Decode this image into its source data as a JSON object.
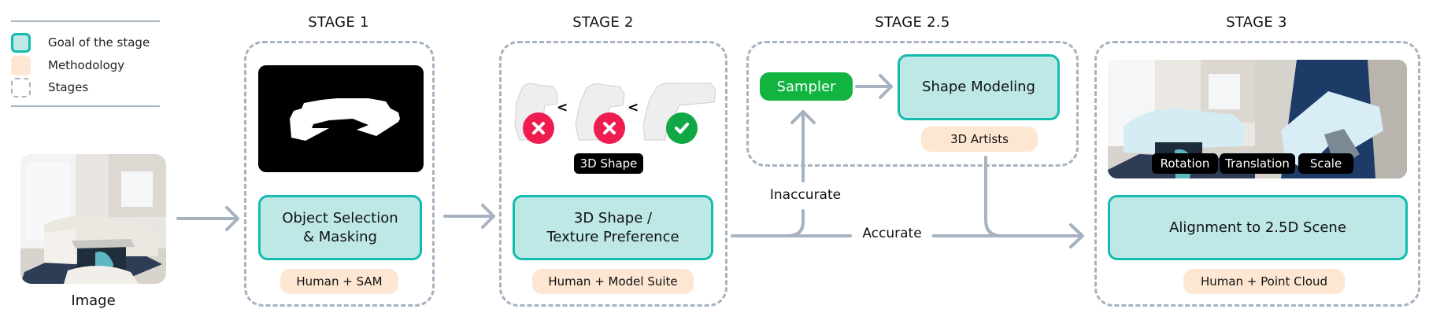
{
  "legend": {
    "items": [
      {
        "label": "Goal of the stage",
        "kind": "goal"
      },
      {
        "label": "Methodology",
        "kind": "methodology"
      },
      {
        "label": "Stages",
        "kind": "stage"
      }
    ]
  },
  "input": {
    "caption": "Image",
    "icon": "living-room-photo"
  },
  "stages": {
    "s1": {
      "title": "STAGE 1",
      "visual": "segmentation-mask",
      "goal": [
        "Object Selection",
        "& Masking"
      ],
      "method": "Human + SAM"
    },
    "s2": {
      "title": "STAGE 2",
      "visual": "ranked-3d-shape-candidates",
      "candidates": [
        {
          "status": "rejected",
          "icon": "x-icon"
        },
        {
          "status": "rejected",
          "icon": "x-icon"
        },
        {
          "status": "accepted",
          "icon": "check-icon"
        }
      ],
      "comparator": "<",
      "tag": "3D Shape",
      "goal": [
        "3D Shape /",
        "Texture Preference"
      ],
      "method": "Human + Model Suite"
    },
    "s25": {
      "title": "STAGE 2.5",
      "sampler": "Sampler",
      "goal": "Shape Modeling",
      "method": "3D Artists"
    },
    "s3": {
      "title": "STAGE 3",
      "visual": "aligned-scene-and-point-cloud",
      "tags": [
        "Rotation",
        "Translation",
        "Scale"
      ],
      "goal": "Alignment to 2.5D Scene",
      "method": "Human + Point Cloud"
    }
  },
  "flow": {
    "inaccurate": "Inaccurate",
    "accurate": "Accurate"
  },
  "colors": {
    "goal_fill": "#bde8e6",
    "goal_border": "#13bcae",
    "method_fill": "#fde6d2",
    "stage_border": "#a6b2bf",
    "arrow": "#a6b2bf",
    "sampler": "#10b43f",
    "reject": "#ee1c4f",
    "accept": "#10a845"
  }
}
